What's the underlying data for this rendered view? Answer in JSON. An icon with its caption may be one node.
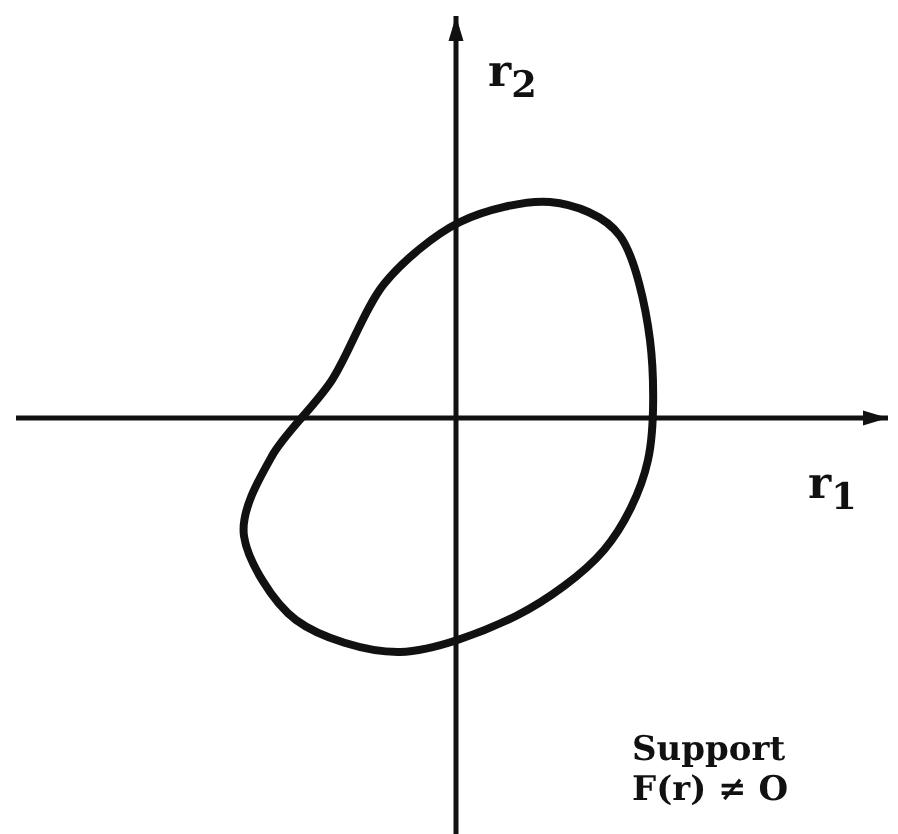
{
  "diagram": {
    "labels": [
      "r$_{2}$",
      "r$_{1}$",
      "Support F(r) ≠ O"
    ]
  }
}
